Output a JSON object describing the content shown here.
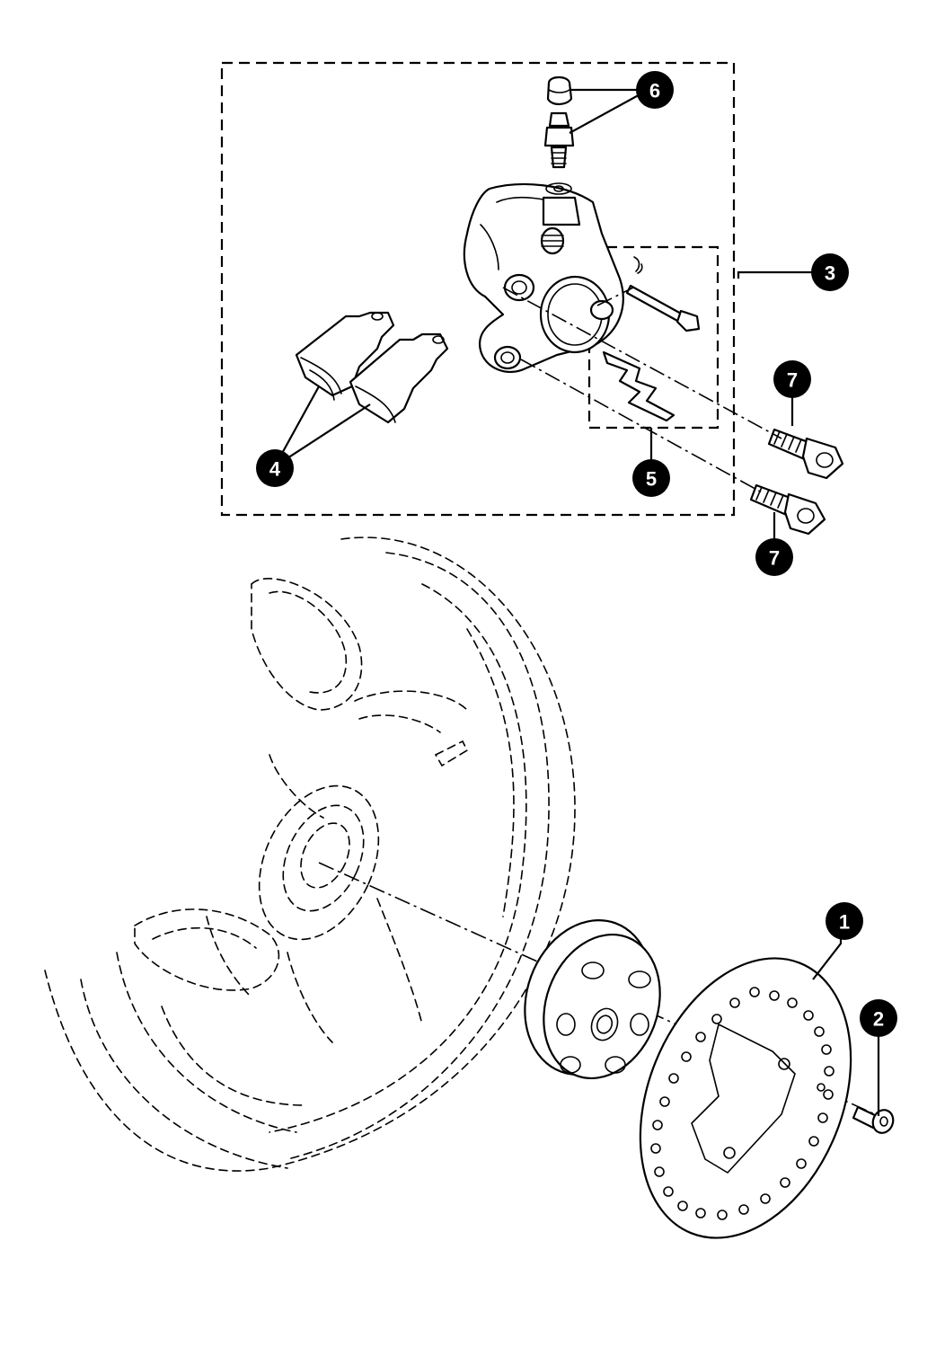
{
  "callouts": [
    {
      "id": "c1",
      "label": "1"
    },
    {
      "id": "c2",
      "label": "2"
    },
    {
      "id": "c3",
      "label": "3"
    },
    {
      "id": "c4",
      "label": "4"
    },
    {
      "id": "c5",
      "label": "5"
    },
    {
      "id": "c6",
      "label": "6"
    },
    {
      "id": "c7a",
      "label": "7"
    },
    {
      "id": "c7b",
      "label": "7"
    }
  ],
  "colors": {
    "ink": "#000000",
    "paper": "#ffffff"
  }
}
